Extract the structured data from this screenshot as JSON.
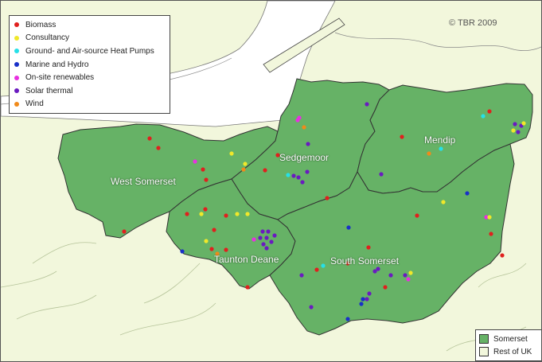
{
  "copyright": "© TBR 2009",
  "legend": {
    "categories": [
      {
        "label": "Biomass",
        "color": "#e0201e"
      },
      {
        "label": "Consultancy",
        "color": "#f0e82a"
      },
      {
        "label": "Ground- and Air-source Heat Pumps",
        "color": "#26e0e8"
      },
      {
        "label": "Marine and Hydro",
        "color": "#1930c8"
      },
      {
        "label": "On-site renewables",
        "color": "#e830e0"
      },
      {
        "label": "Solar thermal",
        "color": "#6a1bc0"
      },
      {
        "label": "Wind",
        "color": "#f08a1a"
      }
    ],
    "areas": [
      {
        "label": "Somerset",
        "color": "#66b266"
      },
      {
        "label": "Rest of UK",
        "color": "#f2f7dc"
      }
    ]
  },
  "districts": {
    "west_somerset": "West Somerset",
    "sedgemoor": "Sedgemoor",
    "mendip": "Mendip",
    "taunton_deane": "Taunton Deane",
    "south_somerset": "South Somerset"
  },
  "colors": {
    "land": "#f2f7dc",
    "sea": "#ffffff",
    "somerset": "#66b266",
    "border": "#333333"
  }
}
